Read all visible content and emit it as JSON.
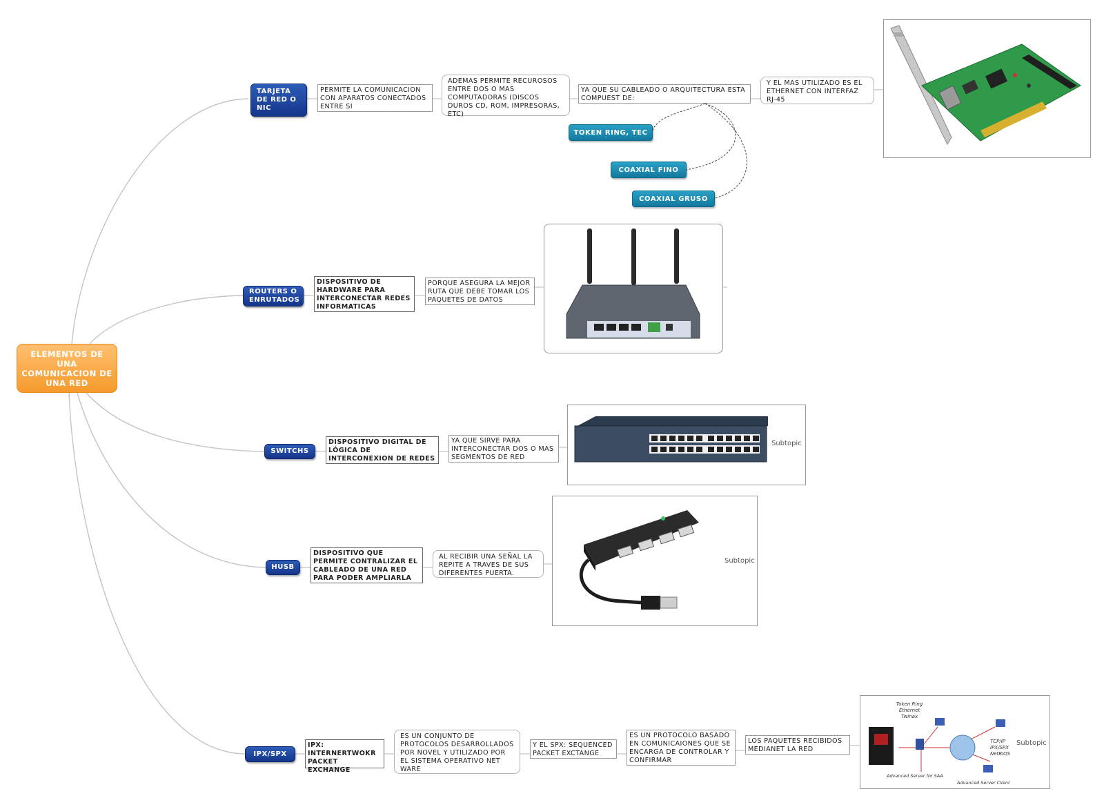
{
  "central": "ELEMENTOS DE UNA COMUNICACION DE UNA RED",
  "topics": {
    "tarjeta": "TARJETA DE RED O NIC",
    "routers": "ROUTERS O ENRUTADOS",
    "switchs": "SWITCHS",
    "husb": "HUSB",
    "ipx": "IPX/SPX"
  },
  "tarjeta_chain": {
    "t1": "PERMITE LA COMUNICACION CON APARATOS CONECTADOS ENTRE SI",
    "t2": "ADEMAS PERMITE RECUROSOS ENTRE DOS O MAS COMPUTADORAS (DISCOS DUROS CD, ROM, IMPRESORAS, ETC)",
    "t3": "YA QUE SU CABLEADO O ARQUITECTURA ESTA COMPUEST DE:",
    "t4": "Y EL MAS UTILIZADO ES EL ETHERNET CON INTERFAZ RJ-45"
  },
  "cable_types": {
    "token": "TOKEN RING, TEC",
    "fino": "COAXIAL FINO",
    "gruso": "COAXIAL GRUSO"
  },
  "routers_chain": {
    "r1": "DISPOSITIVO DE HARDWARE PARA INTERCONECTAR REDES INFORMATICAS",
    "r2": "PORQUE ASEGURA LA MEJOR RUTA QUE DEBE TOMAR LOS PAQUETES DE DATOS"
  },
  "switch_chain": {
    "s1": "DISPOSITIVO DIGITAL DE LÓGICA DE INTERCONEXION DE REDES",
    "s2": "YA QUE SIRVE PARA INTERCONECTAR DOS O MAS SEGMENTOS DE RED",
    "subtopic": "Subtopic"
  },
  "husb_chain": {
    "h1": "DISPOSITIVO QUE PERMITE CONTRALIZAR EL CABLEADO DE UNA RED PARA PODER AMPLIARLA",
    "h2": "AL RECIBIR UNA SEÑAL LA REPITE A TRAVES DE SUS DIFERENTES PUERTA.",
    "subtopic": "Subtopic"
  },
  "ipx_chain": {
    "i1": "IPX: INTERNERTWOKR PACKET EXCHANGE",
    "i2": "ES UN CONJUNTO DE PROTOCOLOS DESARROLLADOS POR NOVEL Y UTILIZADO POR EL SISTEMA OPERATIVO NET WARE",
    "i3": "Y EL SPX: SEQUENCED PACKET EXCTANGE",
    "i4": "ES UN PROTOCOLO BASADO EN COMUNICAIONES QUE SE ENCARGA DE CONTROLAR Y CONFIRMAR",
    "i5": "LOS PAQUETES RECIBIDOS MEDIANET LA RED",
    "subtopic": "Subtopic"
  },
  "network_diagram_labels": {
    "top": "Token Ring Ethernet Twinax",
    "right": "TCP/IP IPX/SPX NetBIOS",
    "server": "Advanced Server for SAA",
    "client": "Advanced Server Client"
  },
  "colors": {
    "central": "#f59a2c",
    "main_topic": "#1c3f9a",
    "cable_topic": "#1a86ad",
    "connector": "#bdbdbd"
  }
}
